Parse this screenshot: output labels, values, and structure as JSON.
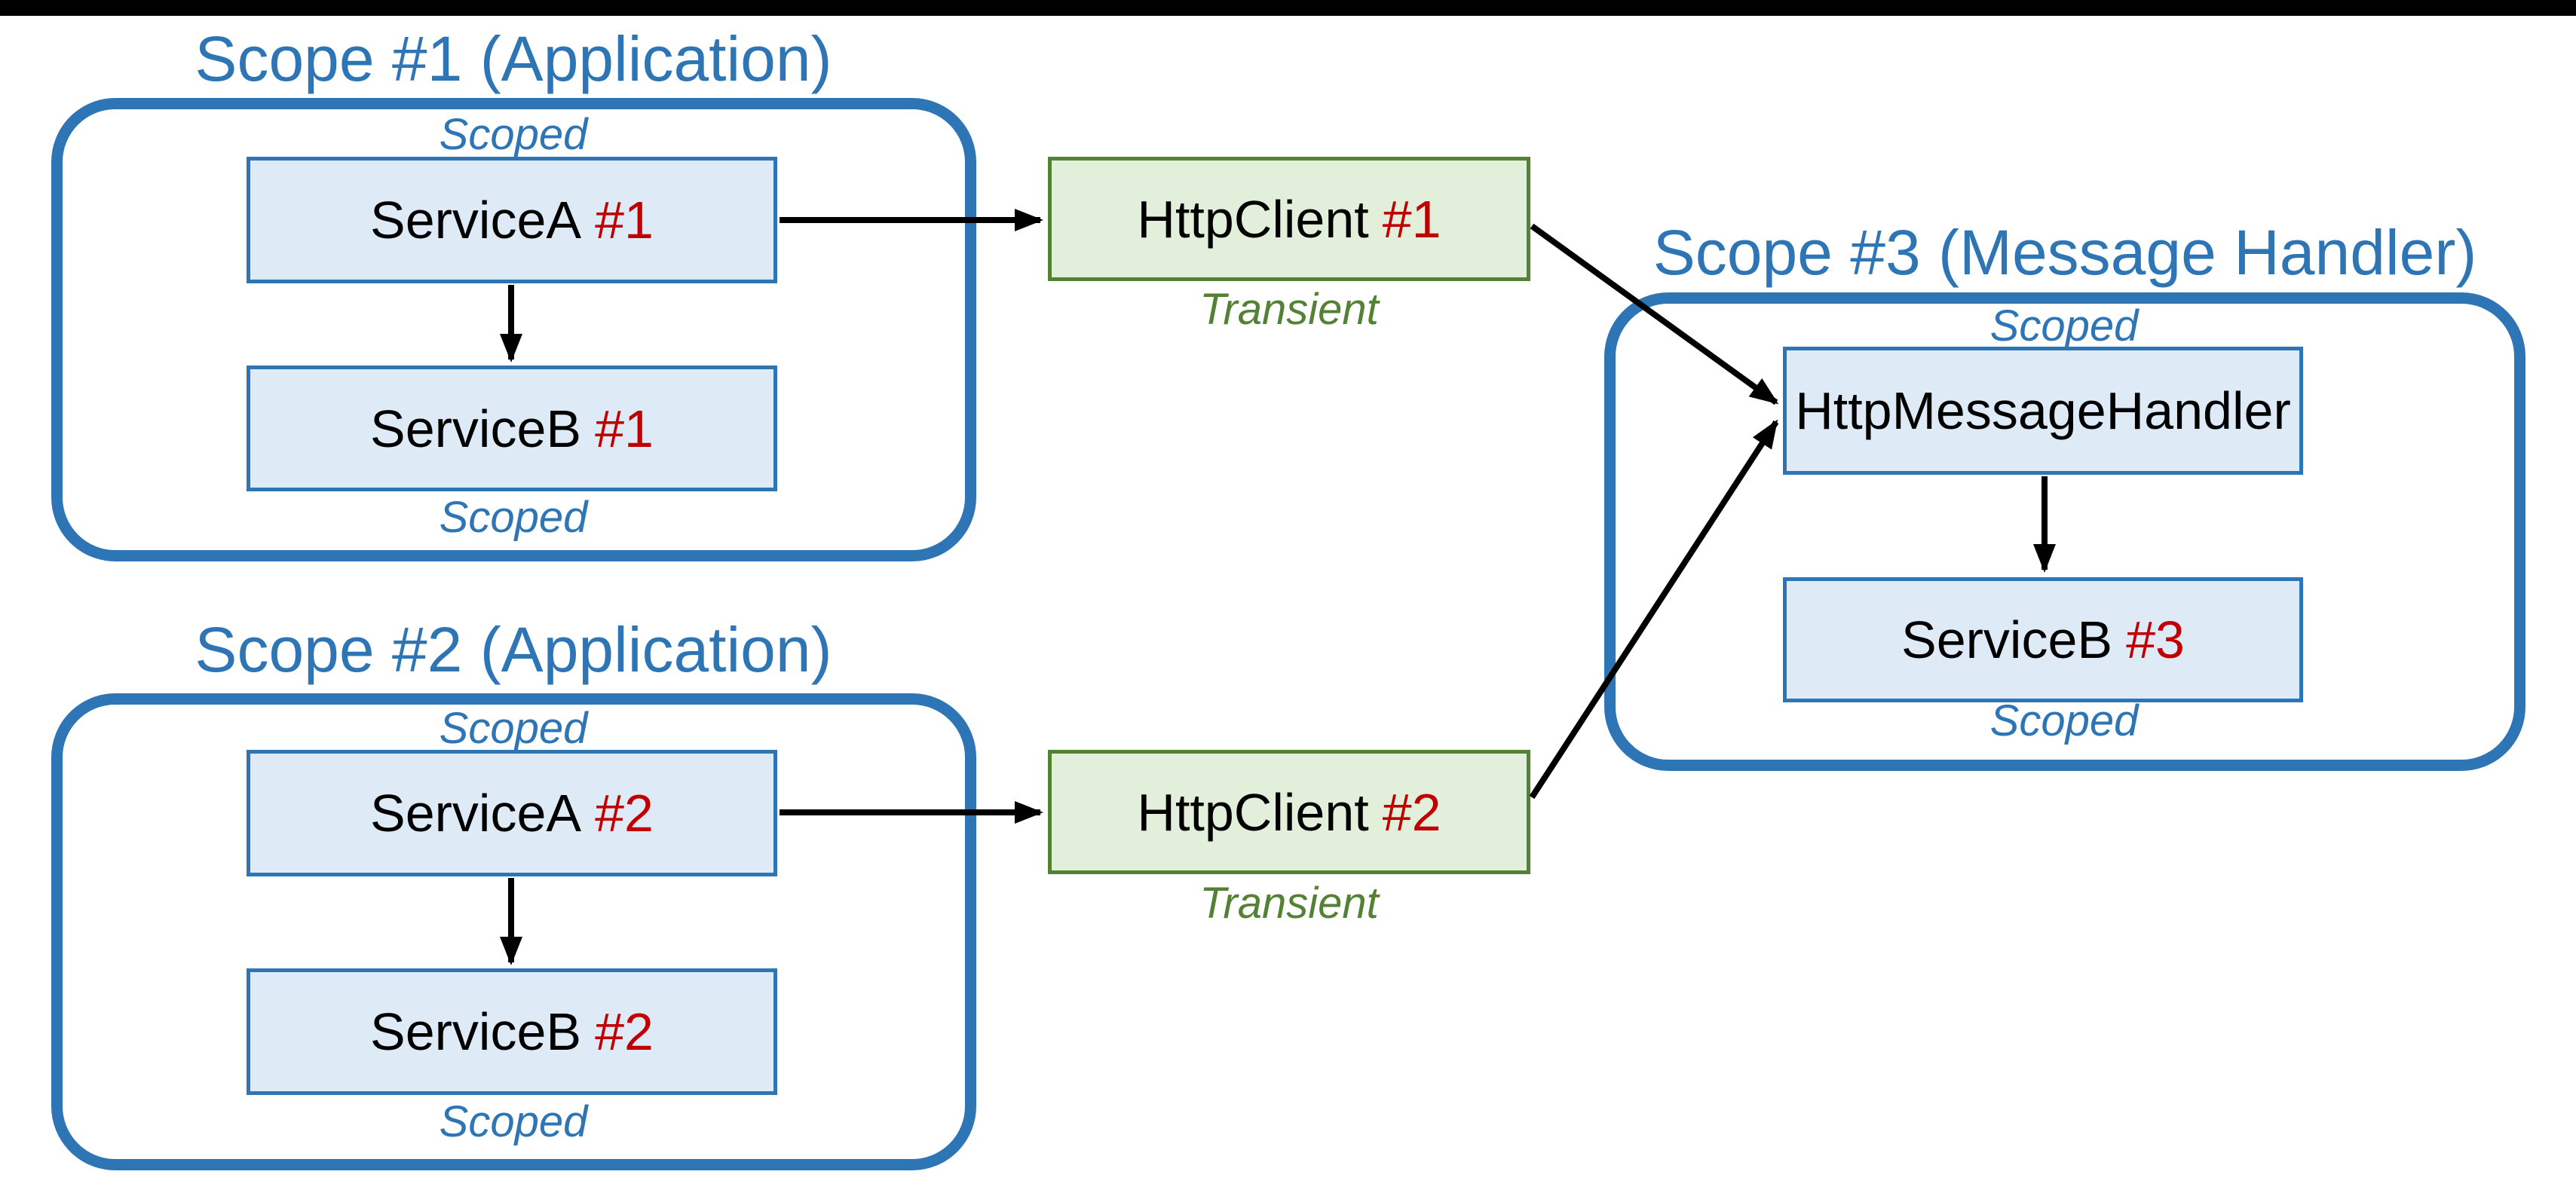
{
  "colors": {
    "scope_border_blue": "#2E75B6",
    "blue_node_fill": "#DEEAF6",
    "green_node_fill": "#E2EFDA",
    "green_border": "#548235",
    "badge_red": "#C00000",
    "arrow_black": "#000000",
    "top_bar_black": "#000000"
  },
  "scope1": {
    "title": "Scope #1 (Application)",
    "scoped_top": "Scoped",
    "scoped_bottom": "Scoped",
    "service_a": {
      "label": "ServiceA",
      "badge": "#1"
    },
    "service_b": {
      "label": "ServiceB",
      "badge": "#1"
    }
  },
  "scope2": {
    "title": "Scope #2 (Application)",
    "scoped_top": "Scoped",
    "scoped_bottom": "Scoped",
    "service_a": {
      "label": "ServiceA",
      "badge": "#2"
    },
    "service_b": {
      "label": "ServiceB",
      "badge": "#2"
    }
  },
  "scope3": {
    "title": "Scope #3 (Message Handler)",
    "scoped_top": "Scoped",
    "scoped_bottom": "Scoped",
    "handler": {
      "label": "HttpMessageHandler",
      "badge": ""
    },
    "service_b": {
      "label": "ServiceB",
      "badge": "#3"
    }
  },
  "client1": {
    "label": "HttpClient",
    "badge": "#1",
    "lifetime": "Transient"
  },
  "client2": {
    "label": "HttpClient",
    "badge": "#2",
    "lifetime": "Transient"
  }
}
